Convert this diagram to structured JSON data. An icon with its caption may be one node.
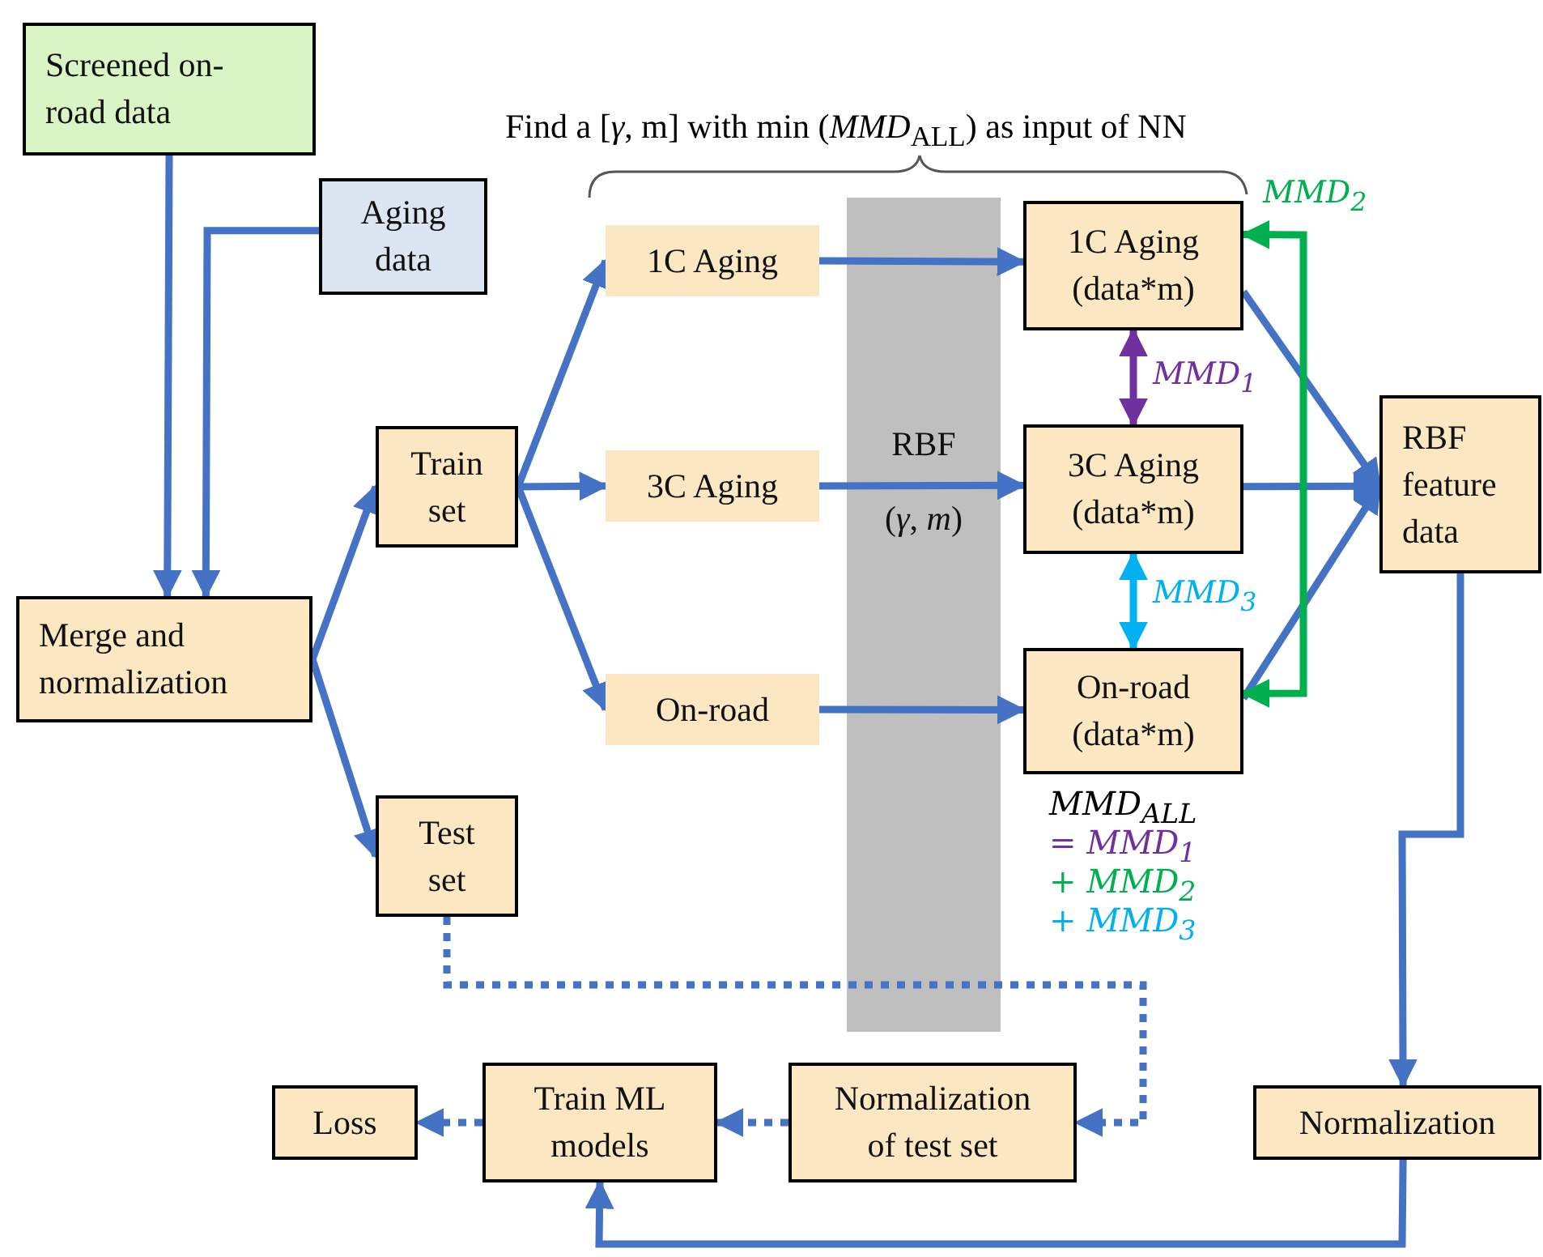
{
  "diagram": {
    "nodes": [
      {
        "text": [
          "Screened on-road data"
        ]
      },
      {
        "text": [
          "Aging data"
        ]
      },
      {
        "text": [
          "Merge and normalization"
        ]
      },
      {
        "text": [
          "Train set"
        ]
      },
      {
        "text": [
          "Test set"
        ]
      },
      {
        "text": [
          "1C Aging"
        ]
      },
      {
        "text": [
          "3C Aging"
        ]
      },
      {
        "text": [
          "On-road"
        ]
      },
      {
        "text": [
          "1C Aging (data*m)"
        ]
      },
      {
        "text": [
          "3C Aging (data*m)"
        ]
      },
      {
        "text": [
          "On-road (data*m)"
        ]
      },
      {
        "text": [
          "RBF feature data"
        ]
      },
      {
        "text": [
          "Normalization"
        ]
      },
      {
        "text": [
          "Normalization of test set"
        ]
      },
      {
        "text": [
          "Train ML models"
        ]
      },
      {
        "text": [
          "Loss"
        ]
      }
    ],
    "edges": [
      {
        "from": 0,
        "to": 2,
        "arrow": "to"
      },
      {
        "from": 1,
        "to": 2,
        "arrow": "to"
      },
      {
        "from": 2,
        "to": 3,
        "arrow": "to"
      },
      {
        "from": 2,
        "to": 4,
        "arrow": "to"
      },
      {
        "from": 3,
        "to": 5,
        "arrow": "to"
      },
      {
        "from": 3,
        "to": 6,
        "arrow": "to"
      },
      {
        "from": 3,
        "to": 7,
        "arrow": "to"
      },
      {
        "from": 5,
        "to": 8,
        "arrow": "to"
      },
      {
        "from": 6,
        "to": 9,
        "arrow": "to"
      },
      {
        "from": 7,
        "to": 10,
        "arrow": "to"
      },
      {
        "from": 8,
        "to": 11,
        "arrow": "to"
      },
      {
        "from": 9,
        "to": 11,
        "arrow": "to"
      },
      {
        "from": 10,
        "to": 11,
        "arrow": "to"
      },
      {
        "from": 8,
        "to": 9,
        "arrow": "both",
        "label": "MMD$_{1}$",
        "color": "#7030a0"
      },
      {
        "from": 9,
        "to": 10,
        "arrow": "both",
        "label": "MMD$_{3}$",
        "color": "#00b0f0"
      },
      {
        "from": 10,
        "to": 8,
        "arrow": "both",
        "label": "MMD$_{2}$",
        "color": "#00b050"
      },
      {
        "from": 11,
        "to": 12,
        "arrow": "to"
      },
      {
        "from": 12,
        "to": 14,
        "arrow": "to"
      },
      {
        "from": 4,
        "to": 13,
        "arrow": "to",
        "style": "dashed"
      },
      {
        "from": 13,
        "to": 14,
        "arrow": "to",
        "style": "dashed"
      },
      {
        "from": 14,
        "to": 15,
        "arrow": "to",
        "style": "dashed"
      }
    ],
    "labels": [
      "Find a [*γ*, m] with min (*MMD*$_{ALL}$) as input of NN",
      "RBF",
      "(*γ*, *m*)",
      "*MMD*$_{ALL}$",
      "= *MMD*$_{1}$",
      "+ *MMD*$_{2}$",
      "+ *MMD*$_{3}$"
    ]
  }
}
